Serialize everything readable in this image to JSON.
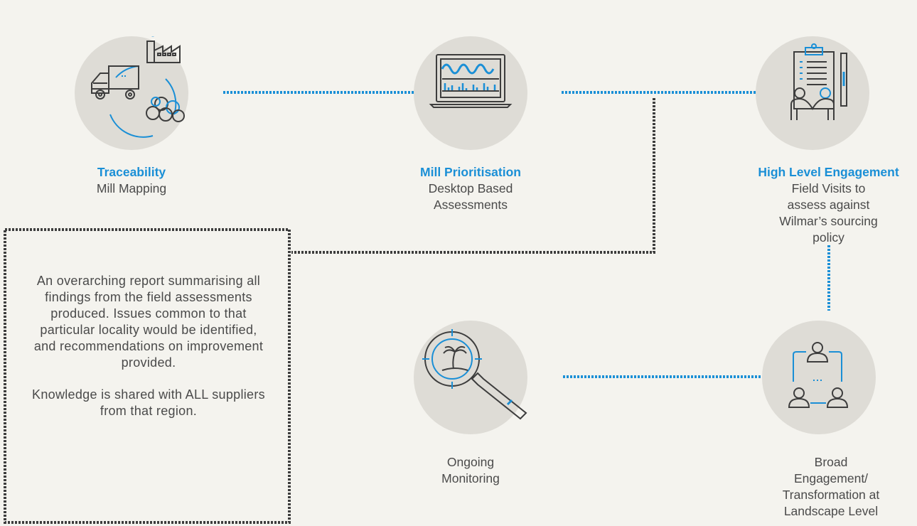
{
  "colors": {
    "accent": "#1a8fd6",
    "dark": "#3d3d3d",
    "circle": "#dedcd6",
    "background": "#f4f3ee"
  },
  "nodes": {
    "traceability": {
      "title": "Traceability",
      "desc": "Mill Mapping",
      "icon": "truck-factory-fruit-icon"
    },
    "mill_prioritisation": {
      "title": "Mill Prioritisation",
      "desc": "Desktop Based Assessments",
      "icon": "laptop-chart-icon"
    },
    "high_level_engagement": {
      "title": "High Level Engagement",
      "desc": "Field Visits to assess against Wilmar’s sourcing policy",
      "icon": "handshake-clipboard-icon"
    },
    "ongoing_monitoring": {
      "title": "",
      "desc": "Ongoing Monitoring",
      "icon": "magnifier-palm-icon"
    },
    "broad_engagement": {
      "title": "",
      "desc": "Broad Engagement/ Transformation at Landscape Level",
      "icon": "people-network-icon"
    }
  },
  "report": {
    "summary": "An overarching report summarising all findings from the field assessments produced. Issues common to that particular locality would be identified, and recommendations on improvement provided.",
    "sharing": "Knowledge is shared with ALL suppliers from that region."
  }
}
